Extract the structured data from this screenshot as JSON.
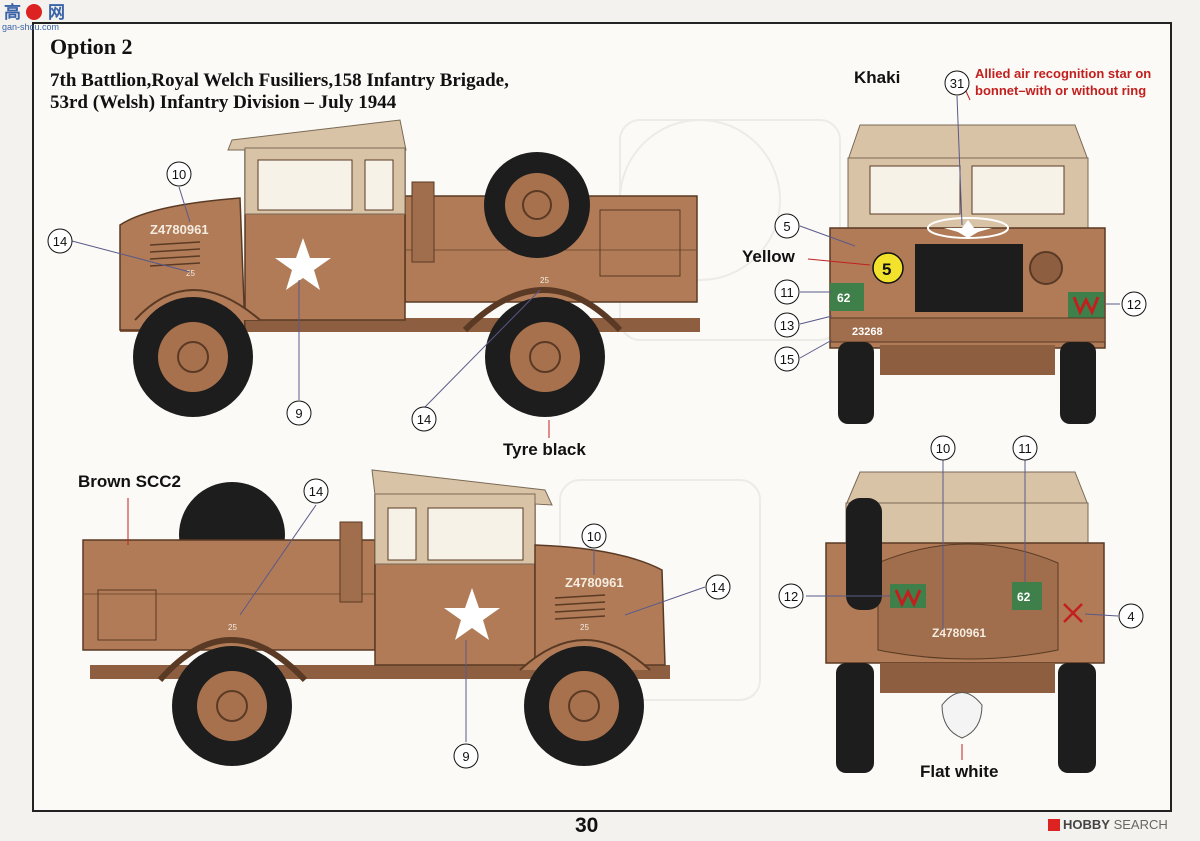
{
  "watermark": {
    "site": "gan-shou.com"
  },
  "option": {
    "title": "Option 2",
    "subtitle_line1": "7th Battlion,Royal Welch Fusiliers,158 Infantry Brigade,",
    "subtitle_line2": "53rd (Welsh) Infantry Division – July 1944"
  },
  "labels": {
    "khaki": "Khaki",
    "yellow": "Yellow",
    "tyre_black": "Tyre black",
    "brown_scc2": "Brown SCC2",
    "flat_white": "Flat white",
    "star_note_line1": "Allied air recognition star on",
    "star_note_line2": "bonnet–with or without ring"
  },
  "vehicle_markings": {
    "registration": "Z4780961",
    "bridge_class": "25",
    "unit_number": "62",
    "front_number": "23268",
    "bridge_disc": "5"
  },
  "callouts": {
    "side_top": [
      "10",
      "14",
      "9",
      "14"
    ],
    "side_bottom": [
      "14",
      "10",
      "14",
      "9"
    ],
    "front": [
      "31",
      "5",
      "11",
      "13",
      "15",
      "12"
    ],
    "rear": [
      "10",
      "11",
      "12",
      "4"
    ]
  },
  "page_number": "30",
  "brand": {
    "logo": "HOBBY",
    "word": "SEARCH"
  },
  "colors": {
    "body_brown": "#b07b56",
    "canvas_khaki": "#d9c3a6",
    "tyre": "#1d1d1d",
    "wheel_hub": "#a8714d",
    "marking_red": "#c2201e",
    "tactical_green": "#3f7f4a"
  }
}
